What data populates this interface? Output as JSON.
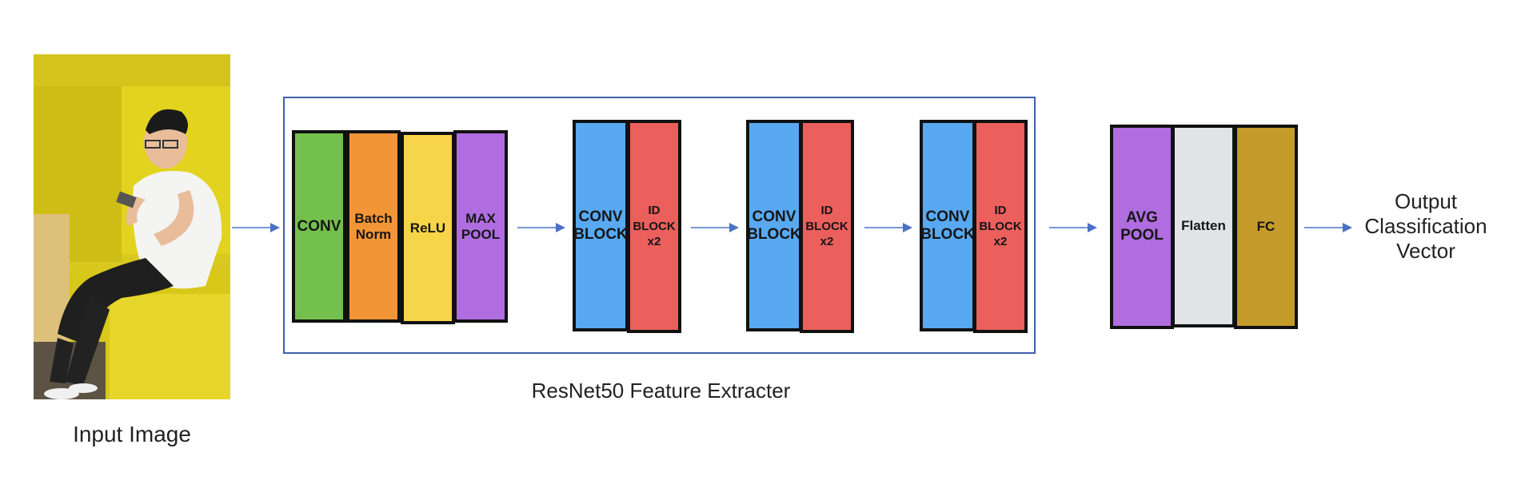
{
  "input": {
    "caption": "Input Image",
    "photo": "person-sitting-on-yellow-couch-using-phone"
  },
  "extractor": {
    "caption": "ResNet50 Feature Extracter",
    "stem": {
      "conv": "CONV",
      "batch_norm": [
        "Batch",
        "Norm"
      ],
      "relu": "ReLU",
      "max_pool": [
        "MAX",
        "POOL"
      ]
    },
    "stages": [
      {
        "conv": [
          "CONV",
          "BLOCK"
        ],
        "id": [
          "ID",
          "BLOCK",
          "x2"
        ]
      },
      {
        "conv": [
          "CONV",
          "BLOCK"
        ],
        "id": [
          "ID",
          "BLOCK",
          "x2"
        ]
      },
      {
        "conv": [
          "CONV",
          "BLOCK"
        ],
        "id": [
          "ID",
          "BLOCK",
          "x2"
        ]
      }
    ]
  },
  "head": {
    "avg_pool": [
      "AVG",
      "POOL"
    ],
    "flatten": "Flatten",
    "fc": "FC"
  },
  "output": {
    "lines": [
      "Output",
      "Classification",
      "Vector"
    ]
  },
  "colors": {
    "conv_green": "#74c04c",
    "batchnorm_orange": "#f29537",
    "relu_yellow": "#f7d548",
    "pool_purple": "#b06de0",
    "conv_block_blue": "#58a9f2",
    "id_block_red": "#eb5f5c",
    "flatten_gray": "#e1e3e5",
    "fc_gold": "#c49a2a",
    "frame_blue": "#3f5fa8",
    "arrow_blue": "#4a72c4"
  }
}
